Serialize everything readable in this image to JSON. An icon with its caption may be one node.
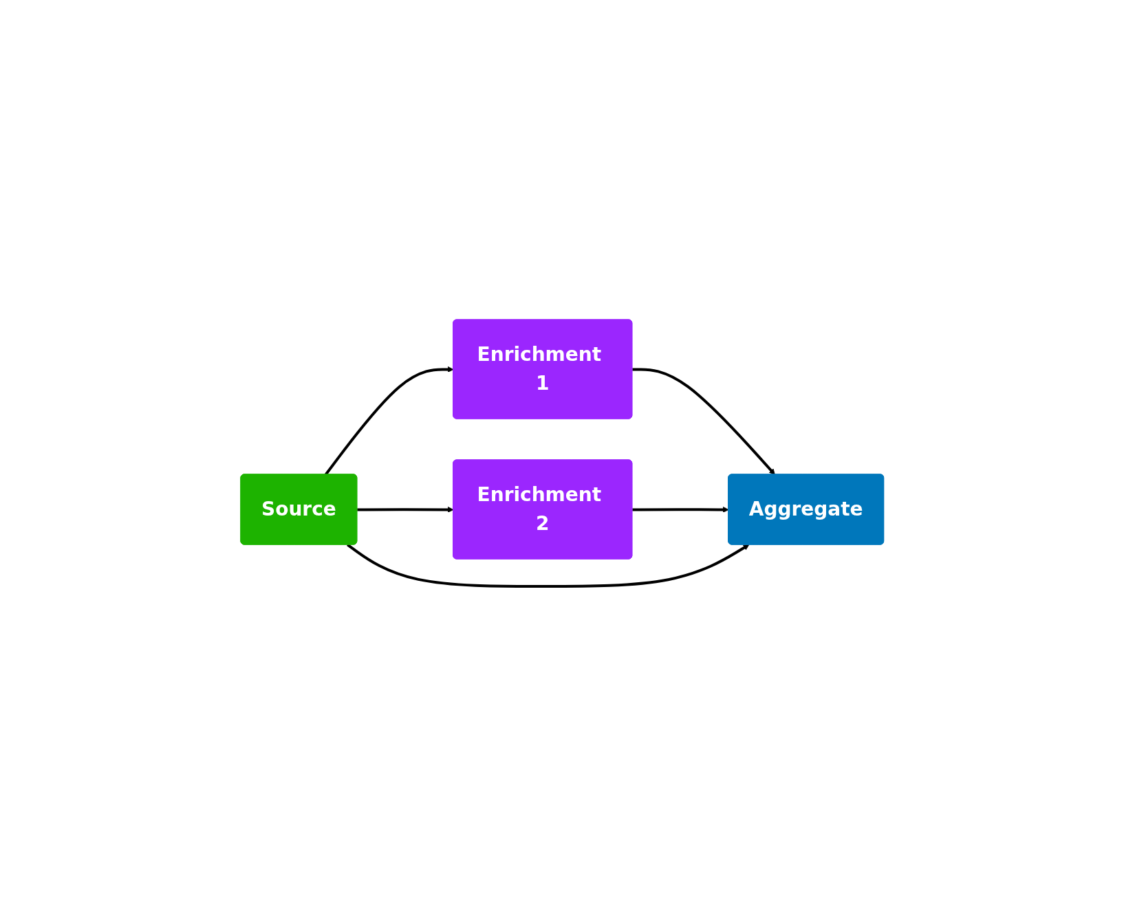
{
  "diagram": {
    "nodes": [
      {
        "text": [
          "Enrichment 1"
        ]
      },
      {
        "text": [
          "Enrichment 2"
        ]
      },
      {
        "text": [
          "Source"
        ]
      },
      {
        "text": [
          "Aggregate"
        ]
      }
    ],
    "edges": [
      {
        "from": 2,
        "to": 0,
        "arrow": "to"
      },
      {
        "from": 2,
        "to": 1,
        "arrow": "to"
      },
      {
        "from": 0,
        "to": 3,
        "arrow": "to"
      },
      {
        "from": 1,
        "to": 3,
        "arrow": "to"
      },
      {
        "from": 2,
        "to": 3,
        "arrow": "to"
      }
    ]
  }
}
